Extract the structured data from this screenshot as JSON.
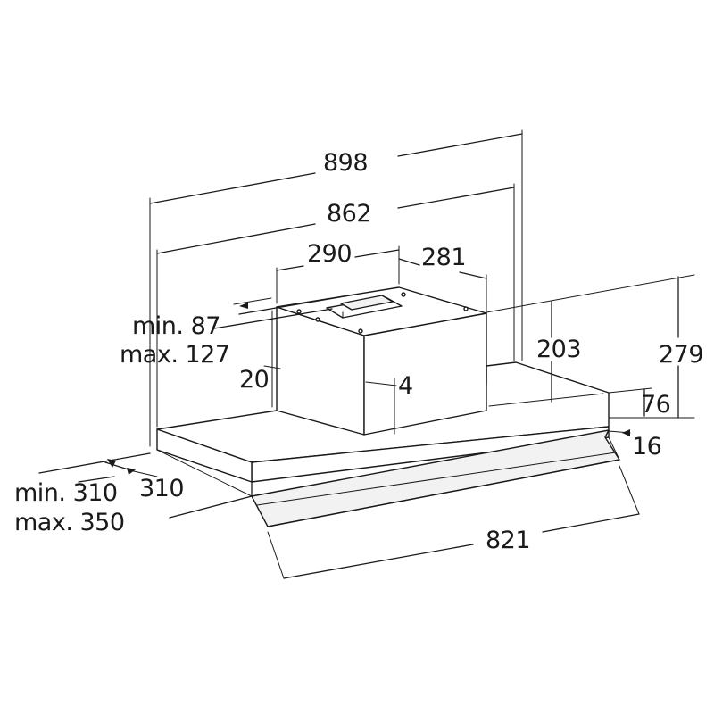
{
  "dimensions": {
    "width_overall": "898",
    "width_body": "862",
    "motor_width": "290",
    "motor_depth": "281",
    "chimney_offset_min": "min. 87",
    "chimney_offset_max": "max. 127",
    "motor_gap": "20",
    "motor_inset": "4",
    "height_203": "203",
    "height_279": "279",
    "height_76": "76",
    "height_16": "16",
    "depth_310": "310",
    "depth_min": "min. 310",
    "depth_max": "max. 350",
    "front_width": "821"
  }
}
